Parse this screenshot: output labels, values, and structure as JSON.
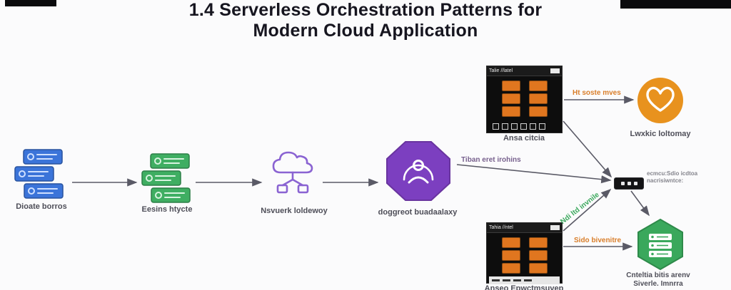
{
  "title": {
    "line1": "1.4 Serverless Orchestration Patterns for",
    "line2": "Modern Cloud Application"
  },
  "nodes": {
    "blue_stack": {
      "label": "Dioate borros"
    },
    "green_stack": {
      "label": "Eesins htycte"
    },
    "cloud": {
      "label": "Nsvuerk loldewoy"
    },
    "octagon": {
      "label": "doggreot buadaalaxy"
    },
    "upper_table": {
      "header": "Talie //latel",
      "label": "Ansa citcia"
    },
    "heart_circle": {
      "label": "Lwxkic loltomay"
    },
    "junction": {
      "note_line1": "ecmcu:Sdio icdtoa",
      "note_line2": "nacrisiwntce:"
    },
    "lower_table": {
      "header": "Tahia //ntel",
      "label": "Anseo Epwctmsuvep"
    },
    "hexagon": {
      "label_line1": "Cnteltia bitis arenv",
      "label_line2": "Siverle. Imnrra"
    }
  },
  "edges": {
    "octagon_to_junction": "Tiban eret irohins",
    "table_to_circle": "Ht soste mves",
    "lower_table_to_junction": "Ndi ltd invnile",
    "lower_table_to_hexagon": "Sido bivenitre"
  },
  "colors": {
    "title_text": "#16151f",
    "blue_servers": "#3b74d9",
    "green_servers": "#3fae62",
    "purple_cloud": "#8a63d2",
    "purple_octagon": "#7c3fc0",
    "orange_circle": "#e8921e",
    "green_hexagon": "#3aa85c",
    "table_cell_orange": "#e0761f",
    "arrow_gray": "#5a5a66",
    "label_gray": "#4e4e58"
  }
}
